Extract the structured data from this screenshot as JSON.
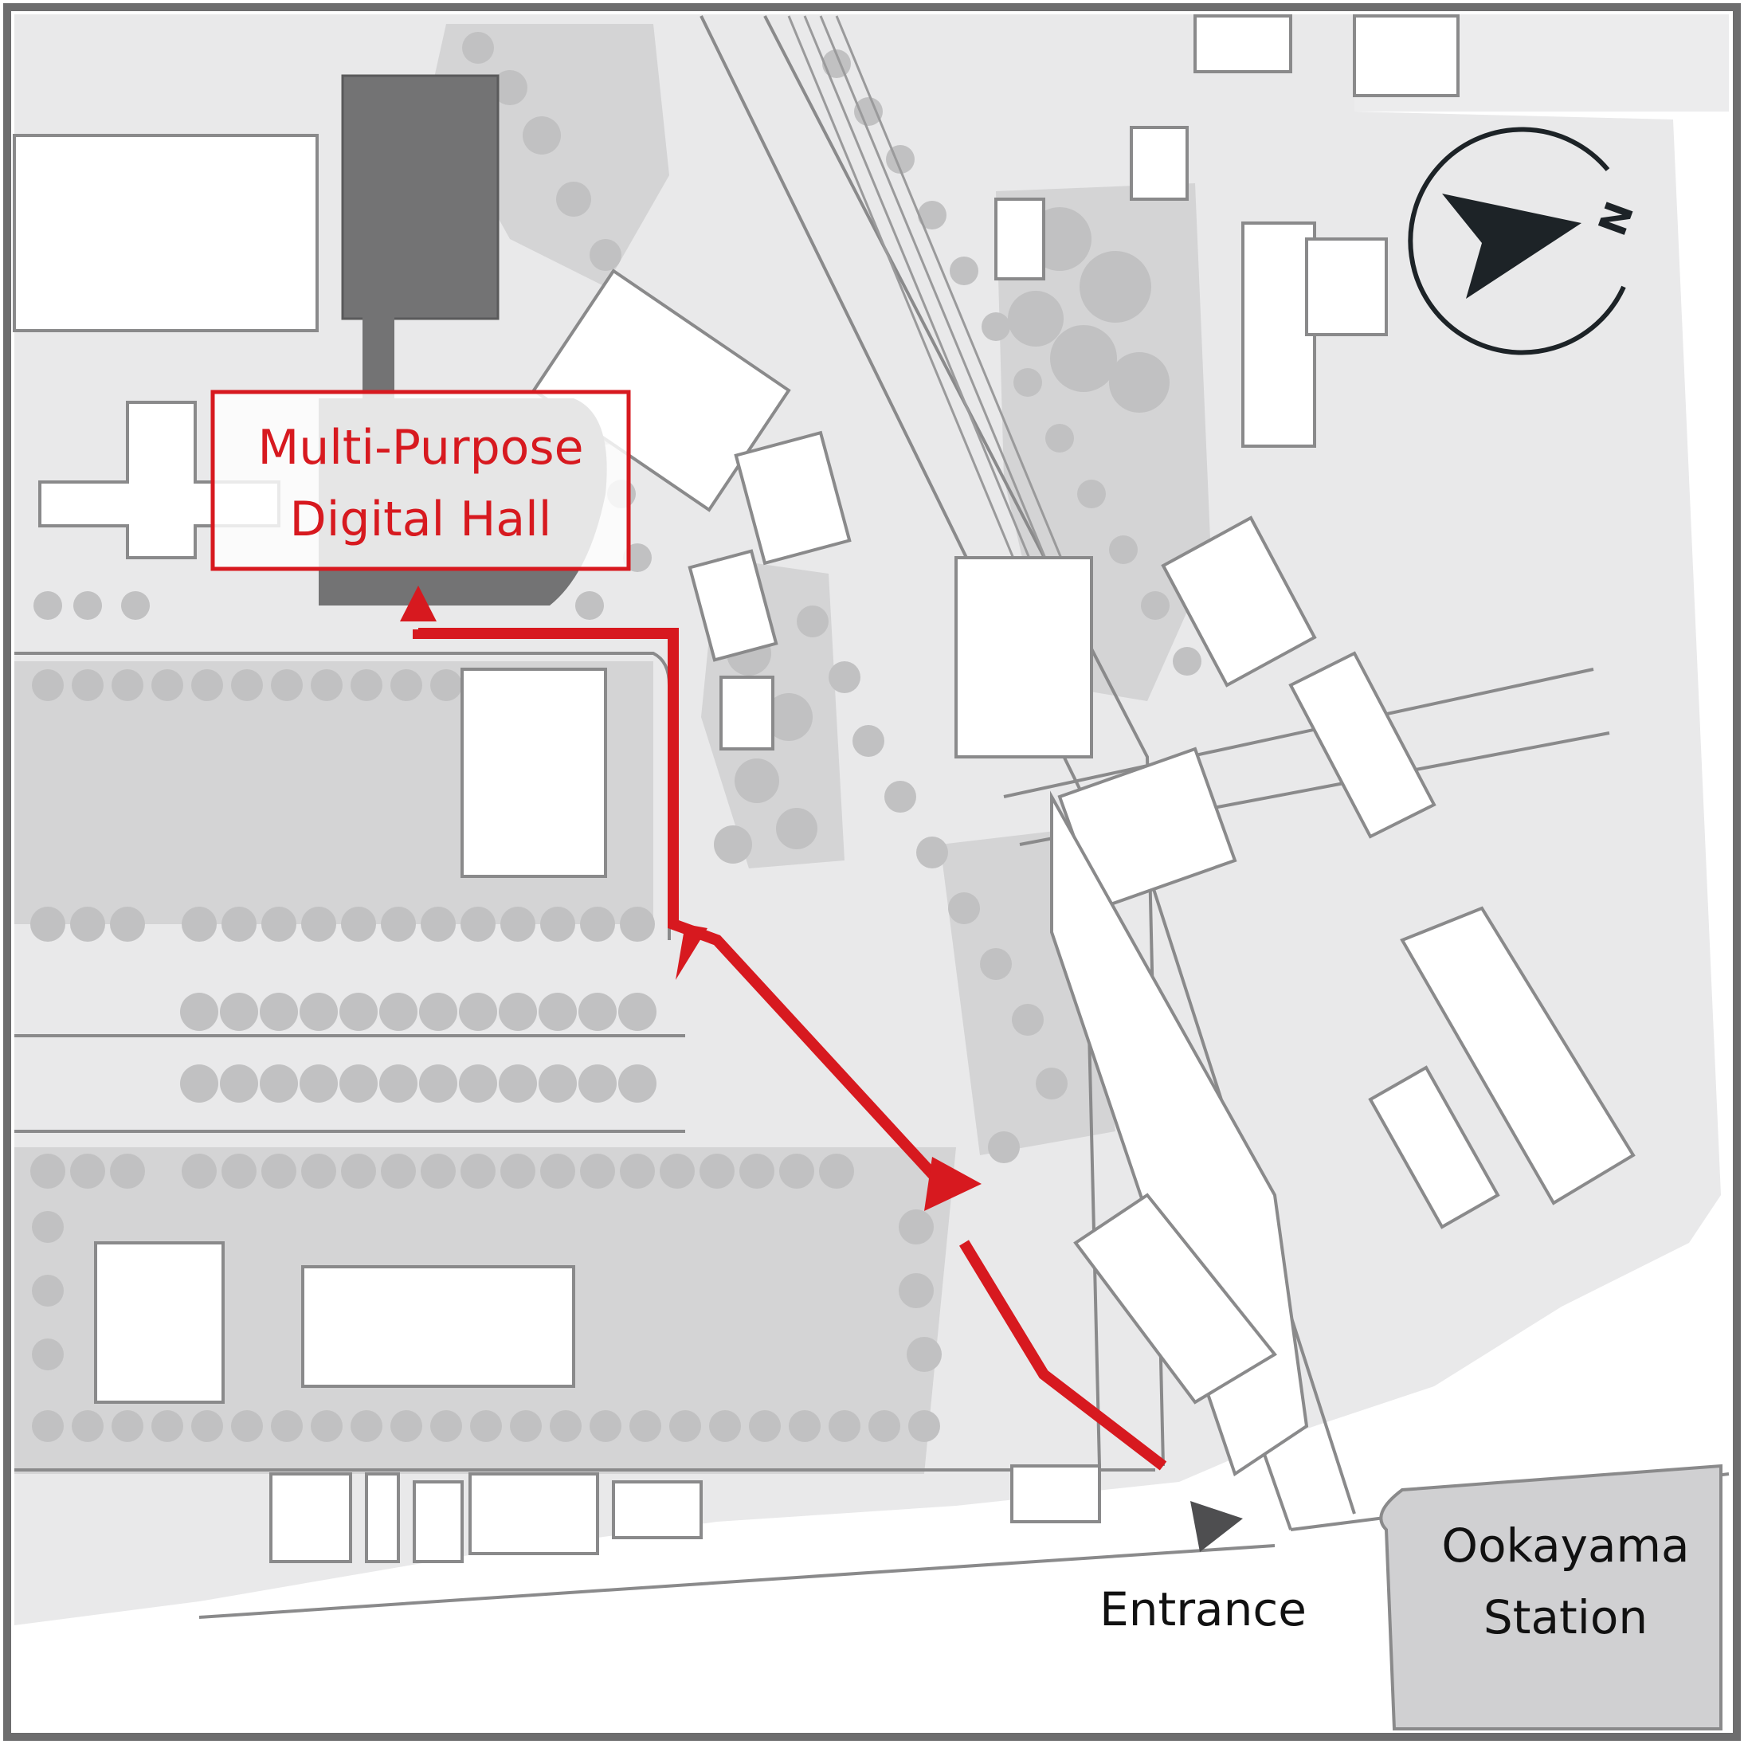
{
  "destination": {
    "line1": "Multi-Purpose",
    "line2": "Digital Hall"
  },
  "entrance_label": "Entrance",
  "station": {
    "line1": "Ookayama",
    "line2": "Station"
  },
  "compass_letter": "N",
  "colors": {
    "route": "#d7191f",
    "frame": "#6d6d6e",
    "ground": "#e9e9ea",
    "green": "#c3c3c4",
    "hall": "#737374",
    "station": "#d0d0d2",
    "line": "#8a8a8b",
    "compass": "#1d2327"
  },
  "icons": {
    "compass": "compass-icon",
    "entrance": "triangle-marker-icon",
    "route": "route-arrow-icon"
  }
}
